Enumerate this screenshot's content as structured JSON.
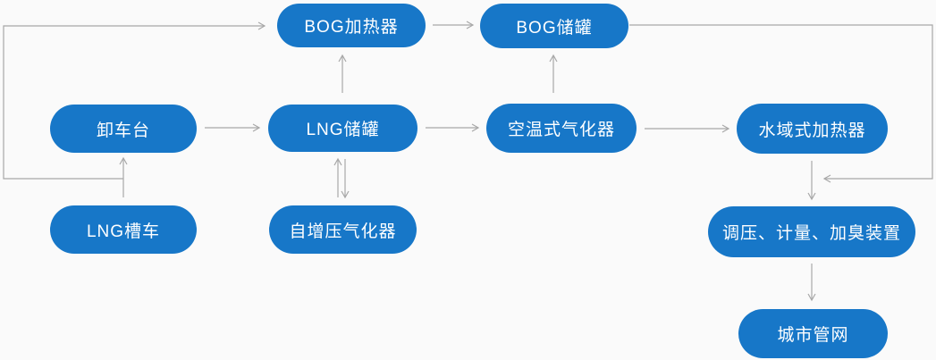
{
  "colors": {
    "node_fill": "#1777c8",
    "node_text": "#ffffff",
    "connector": "#a8a8a8",
    "background": "#fafafa"
  },
  "nodes": [
    {
      "id": "bog-heater",
      "label": "BOG加热器"
    },
    {
      "id": "bog-tank",
      "label": "BOG储罐"
    },
    {
      "id": "unloading-platform",
      "label": "卸车台"
    },
    {
      "id": "lng-tank",
      "label": "LNG储罐"
    },
    {
      "id": "ambient-vaporizer",
      "label": "空温式气化器"
    },
    {
      "id": "water-bath-heater",
      "label": "水域式加热器"
    },
    {
      "id": "lng-tanker",
      "label": "LNG槽车"
    },
    {
      "id": "self-pressurizing-vaporizer",
      "label": "自增压气化器"
    },
    {
      "id": "regulating-metering-odorizing",
      "label": "调压、计量、加臭装置"
    },
    {
      "id": "city-pipeline",
      "label": "城市管网"
    }
  ],
  "edges": [
    {
      "from": "lng-tanker",
      "to": "unloading-platform"
    },
    {
      "from": "lng-tanker",
      "to": "bog-heater",
      "route": "left-loop"
    },
    {
      "from": "unloading-platform",
      "to": "lng-tank"
    },
    {
      "from": "lng-tank",
      "to": "bog-heater"
    },
    {
      "from": "bog-heater",
      "to": "bog-tank"
    },
    {
      "from": "self-pressurizing-vaporizer",
      "to": "lng-tank"
    },
    {
      "from": "lng-tank",
      "to": "self-pressurizing-vaporizer"
    },
    {
      "from": "lng-tank",
      "to": "ambient-vaporizer"
    },
    {
      "from": "ambient-vaporizer",
      "to": "bog-tank"
    },
    {
      "from": "ambient-vaporizer",
      "to": "water-bath-heater"
    },
    {
      "from": "bog-tank",
      "to": "regulating-metering-odorizing",
      "route": "right-loop"
    },
    {
      "from": "water-bath-heater",
      "to": "regulating-metering-odorizing"
    },
    {
      "from": "regulating-metering-odorizing",
      "to": "city-pipeline"
    }
  ]
}
